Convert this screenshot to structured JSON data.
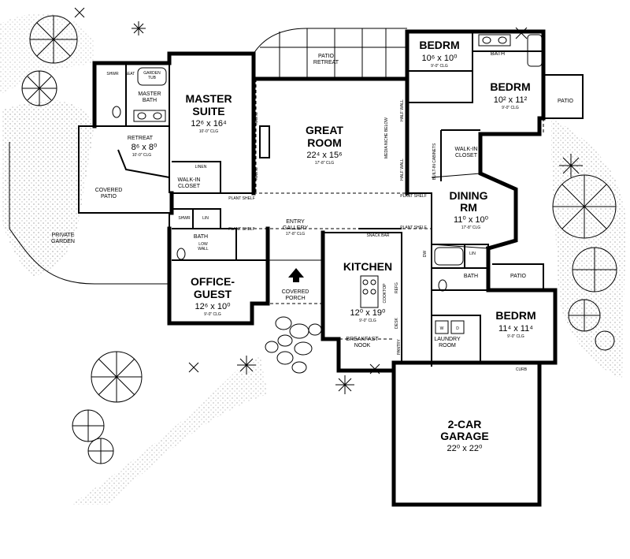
{
  "rooms": {
    "patio_retreat": {
      "line1": "PATIO",
      "line2": "RETREAT"
    },
    "master_suite": {
      "line1": "MASTER",
      "line2": "SUITE",
      "dims": "12⁶ x 16⁴",
      "clg": "10'-0\" CLG"
    },
    "shwr_top": "SHWR",
    "seat": "SEAT",
    "garden_tub": {
      "line1": "GARDEN",
      "line2": "TUB"
    },
    "master_bath": {
      "line1": "MASTER",
      "line2": "BATH"
    },
    "retreat": {
      "name": "RETREAT",
      "dims": "8⁶ x 8⁰",
      "clg": "10'-0\" CLG"
    },
    "covered_patio": {
      "line1": "COVERED",
      "line2": "PATIO"
    },
    "private_garden": {
      "line1": "PRIVATE",
      "line2": "GARDEN"
    },
    "walkin_closet_master": {
      "line1": "WALK-IN",
      "line2": "CLOSET"
    },
    "linen": "LINEN",
    "great_room": {
      "line1": "GREAT",
      "line2": "ROOM",
      "dims": "22⁴ x 15⁶",
      "clg": "17'-8\" CLG"
    },
    "niche_left": "NICHE",
    "niche_right": "NICHE",
    "media_niche": "MEDIA NICHE BELOW",
    "half_wall_top": "HALF WALL",
    "half_wall_bottom": "HALF WALL",
    "plant_shelf_left": "PLANT SHELF",
    "plant_shelf_left2": "PLANT SHELF",
    "plant_shelf_right": "PLANT SHELF",
    "plant_shelf_right2": "PLANT SHELF",
    "entry_gallery": {
      "line1": "ENTRY",
      "line2": "GALLERY",
      "clg": "17'-8\" CLG"
    },
    "shwr_mid": "SHWR",
    "lin_mid": "LIN",
    "bath_mid": "BATH",
    "low_wall": {
      "line1": "LOW",
      "line2": "WALL"
    },
    "office_guest": {
      "line1": "OFFICE-",
      "line2": "GUEST",
      "dims": "12⁶ x 10⁰",
      "clg": "9'-0\" CLG"
    },
    "covered_porch": {
      "line1": "COVERED",
      "line2": "PORCH"
    },
    "kitchen": {
      "name": "KITCHEN",
      "dims": "12⁰ x 19⁰",
      "clg": "9'-0\" CLG"
    },
    "snack_bar": "SNACK BAR",
    "cooktop": "COOKTOP",
    "refg": "REFG",
    "desk": "DESK",
    "pantry": "PANTRY",
    "dw": "DW",
    "breakfast_nook": {
      "line1": "BREAKFAST",
      "line2": "NOOK"
    },
    "bedrm_1": {
      "name": "BEDRM",
      "dims": "10⁶ x 10⁰",
      "clg": "9'-0\" CLG"
    },
    "bedrm_2": {
      "name": "BEDRM",
      "dims": "10² x 11²",
      "clg": "9'-0\" CLG"
    },
    "bath_top": "BATH",
    "patio_right": "PATIO",
    "walkin_closet_right": {
      "line1": "WALK-IN",
      "line2": "CLOSET"
    },
    "built_in_cabinets": "BUILT-IN CABINETS",
    "dining_rm": {
      "line1": "DINING",
      "line2": "RM",
      "dims": "11⁰ x 10⁰",
      "clg": "17'-8\" CLG"
    },
    "lin_right": "LIN",
    "bath_right": "BATH",
    "patio_lower": "PATIO",
    "bedrm_3": {
      "name": "BEDRM",
      "dims": "11⁴ x 11⁴",
      "clg": "9'-0\" CLG"
    },
    "w_label": "W",
    "d_label": "D",
    "laundry_room": {
      "line1": "LAUNDRY",
      "line2": "ROOM"
    },
    "curb": "CURB",
    "garage": {
      "line1": "2-CAR",
      "line2": "GARAGE",
      "dims": "22⁰ x 22⁰"
    }
  },
  "icons": [
    "entry-arrow-icon",
    "tree-icon",
    "shrub-icon",
    "toilet-icon",
    "sink-icon",
    "bathtub-icon",
    "fireplace-icon",
    "range-icon"
  ]
}
